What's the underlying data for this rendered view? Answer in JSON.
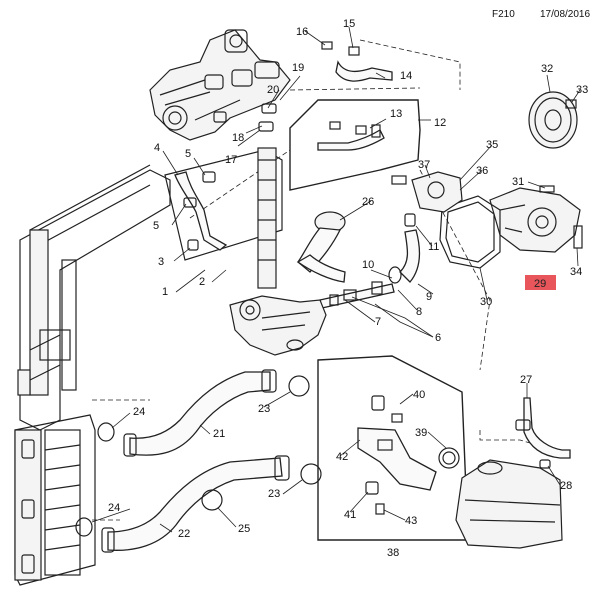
{
  "header": {
    "code": "F210",
    "date": "17/08/2016"
  },
  "highlight": {
    "label": "29",
    "color": "#e8555a"
  },
  "callouts": {
    "n1": "1",
    "n2": "2",
    "n3": "3",
    "n4": "4",
    "n5a": "5",
    "n5b": "5",
    "n6": "6",
    "n7": "7",
    "n8": "8",
    "n9": "9",
    "n10": "10",
    "n11": "11",
    "n12": "12",
    "n13": "13",
    "n14": "14",
    "n15": "15",
    "n16": "16",
    "n17": "17",
    "n18": "18",
    "n19": "19",
    "n20": "20",
    "n21": "21",
    "n22": "22",
    "n23a": "23",
    "n23b": "23",
    "n24a": "24",
    "n24b": "24",
    "n25": "25",
    "n26": "26",
    "n27": "27",
    "n28": "28",
    "n30": "30",
    "n31": "31",
    "n32": "32",
    "n33": "33",
    "n34": "34",
    "n35": "35",
    "n36": "36",
    "n37": "37",
    "n38": "38",
    "n39": "39",
    "n40": "40",
    "n41": "41",
    "n42": "42",
    "n43": "43"
  }
}
